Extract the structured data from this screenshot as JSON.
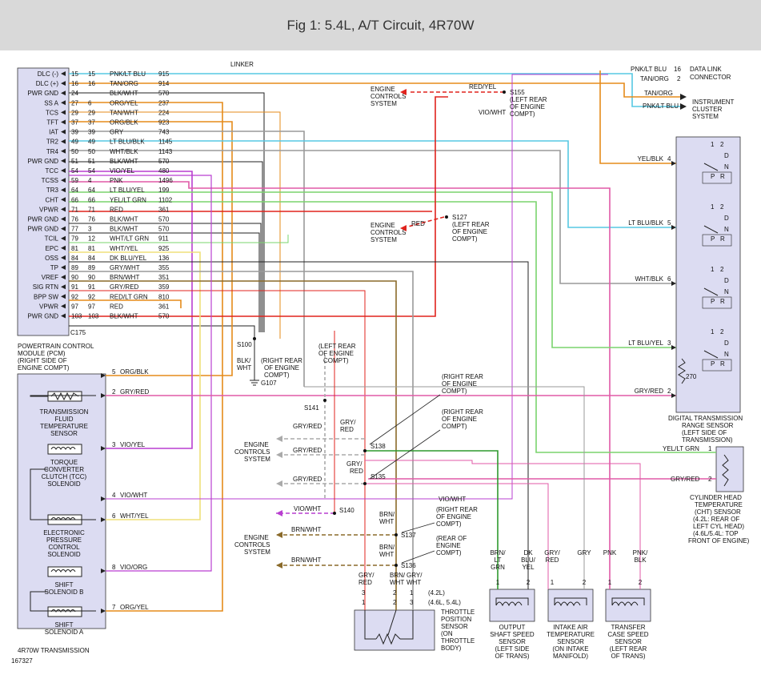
{
  "title": "Fig 1: 5.4L, A/T Circuit, 4R70W",
  "colors": {
    "pink": "#e05aa7",
    "orange": "#e58b1a",
    "lightblue": "#57c8e3",
    "green": "#7ad46d",
    "purple": "#b93fd0",
    "red": "#e0231d",
    "gray": "#9a9a9a",
    "yellow": "#efe07a",
    "brown": "#8a6a2a",
    "darkgreen": "#2f9a2f",
    "black": "#222222",
    "box": "#dcdcf2"
  },
  "pcm": {
    "rows": [
      {
        "label": "DLC (-)",
        "a": "15",
        "b": "15",
        "color": "PNK/LT BLU",
        "num": "915"
      },
      {
        "label": "DLC (+)",
        "a": "16",
        "b": "16",
        "color": "TAN/ORG",
        "num": "914"
      },
      {
        "label": "PWR GND",
        "a": "24",
        "b": "",
        "color": "BLK/WHT",
        "num": "570"
      },
      {
        "label": "SS A",
        "a": "27",
        "b": "6",
        "color": "ORG/YEL",
        "num": "237"
      },
      {
        "label": "TCS",
        "a": "29",
        "b": "29",
        "color": "TAN/WHT",
        "num": "224"
      },
      {
        "label": "TFT",
        "a": "37",
        "b": "37",
        "color": "ORG/BLK",
        "num": "923"
      },
      {
        "label": "IAT",
        "a": "39",
        "b": "39",
        "color": "GRY",
        "num": "743"
      },
      {
        "label": "TR2",
        "a": "49",
        "b": "49",
        "color": "LT BLU/BLK",
        "num": "1145"
      },
      {
        "label": "TR4",
        "a": "50",
        "b": "50",
        "color": "WHT/BLK",
        "num": "1143"
      },
      {
        "label": "PWR GND",
        "a": "51",
        "b": "51",
        "color": "BLK/WHT",
        "num": "570"
      },
      {
        "label": "TCC",
        "a": "54",
        "b": "54",
        "color": "VIO/YEL",
        "num": "480"
      },
      {
        "label": "TCSS",
        "a": "59",
        "b": "4",
        "color": "PNK",
        "num": "1496"
      },
      {
        "label": "TR3",
        "a": "64",
        "b": "64",
        "color": "LT BLU/YEL",
        "num": "199"
      },
      {
        "label": "CHT",
        "a": "66",
        "b": "66",
        "color": "YEL/LT GRN",
        "num": "1102"
      },
      {
        "label": "VPWR",
        "a": "71",
        "b": "71",
        "color": "RED",
        "num": "361"
      },
      {
        "label": "PWR GND",
        "a": "76",
        "b": "76",
        "color": "BLK/WHT",
        "num": "570"
      },
      {
        "label": "PWR GND",
        "a": "77",
        "b": "3",
        "color": "BLK/WHT",
        "num": "570"
      },
      {
        "label": "TCIL",
        "a": "79",
        "b": "12",
        "color": "WHT/LT GRN",
        "num": "911"
      },
      {
        "label": "EPC",
        "a": "81",
        "b": "81",
        "color": "WHT/YEL",
        "num": "925"
      },
      {
        "label": "OSS",
        "a": "84",
        "b": "84",
        "color": "DK BLU/YEL",
        "num": "136"
      },
      {
        "label": "TP",
        "a": "89",
        "b": "89",
        "color": "GRY/WHT",
        "num": "355"
      },
      {
        "label": "VREF",
        "a": "90",
        "b": "90",
        "color": "BRN/WHT",
        "num": "351"
      },
      {
        "label": "SIG RTN",
        "a": "91",
        "b": "91",
        "color": "GRY/RED",
        "num": "359"
      },
      {
        "label": "BPP SW",
        "a": "92",
        "b": "92",
        "color": "RED/LT GRN",
        "num": "810"
      },
      {
        "label": "VPWR",
        "a": "97",
        "b": "97",
        "color": "RED",
        "num": "361"
      },
      {
        "label": "PWR GND",
        "a": "103",
        "b": "103",
        "color": "BLK/WHT",
        "num": "570"
      }
    ],
    "connector": "C175",
    "caption": [
      "POWERTRAIN CONTROL",
      "MODULE (PCM)",
      "(RIGHT SIDE OF",
      "ENGINE COMPT)"
    ]
  },
  "transmission": {
    "pins": [
      {
        "pin": "5",
        "color": "ORG/BLK"
      },
      {
        "pin": "2",
        "color": "GRY/RED"
      },
      {
        "pin": "3",
        "color": "VIO/YEL"
      },
      {
        "pin": "4",
        "color": "VIO/WHT"
      },
      {
        "pin": "6",
        "color": "WHT/YEL"
      },
      {
        "pin": "8",
        "color": "VIO/ORG"
      },
      {
        "pin": "7",
        "color": "ORG/YEL"
      }
    ],
    "components": {
      "tft": [
        "TRANSMISSION",
        "FLUID",
        "TEMPERATURE",
        "SENSOR"
      ],
      "tcc": [
        "TORQUE",
        "CONVERTER",
        "CLUTCH (TCC)",
        "SOLENOID"
      ],
      "epc": [
        "ELECTRONIC",
        "PRESSURE",
        "CONTROL",
        "SOLENOID"
      ],
      "ssb": [
        "SHIFT",
        "SOLENOID B"
      ],
      "ssa": [
        "SHIFT",
        "SOLENOID A"
      ]
    },
    "caption": "4R70W TRANSMISSION",
    "figure_id": "167327"
  },
  "top_right": {
    "dlc_rows": [
      {
        "color": "PNK/LT BLU",
        "pin": "16"
      },
      {
        "color": "TAN/ORG",
        "pin": "2"
      }
    ],
    "dlc_label": [
      "DATA LINK",
      "CONNECTOR"
    ],
    "ic_rows": [
      {
        "color": "TAN/ORG"
      },
      {
        "color": "PNK/LT BLU"
      }
    ],
    "ic_label": [
      "INSTRUMENT",
      "CLUSTER",
      "SYSTEM"
    ]
  },
  "ecs": {
    "label": [
      "ENGINE",
      "CONTROLS",
      "SYSTEM"
    ],
    "s155_wire": "RED/YEL",
    "s155": [
      "S155",
      "(LEFT REAR",
      "OF ENGINE",
      "COMPT)"
    ],
    "s155_vio": "VIO/WHT",
    "s127_wire": "RED",
    "s127": [
      "S127",
      "(LEFT REAR",
      "OF ENGINE",
      "COMPT)"
    ]
  },
  "dtr": {
    "pins": [
      {
        "pin": "4",
        "color": "YEL/BLK"
      },
      {
        "pin": "5",
        "color": "LT BLU/BLK"
      },
      {
        "pin": "6",
        "color": "WHT/BLK"
      },
      {
        "pin": "3",
        "color": "LT BLU/YEL"
      },
      {
        "pin": "2",
        "color": "GRY/RED"
      }
    ],
    "switch_labels": [
      "1",
      "2",
      "D",
      "N",
      "P",
      "R"
    ],
    "resistor": "270",
    "caption": [
      "DIGITAL TRANSMISSION",
      "RANGE SENSOR",
      "(LEFT SIDE OF",
      "TRANSMISSION)"
    ]
  },
  "cht": {
    "pins": [
      {
        "pin": "1",
        "color": "YEL/LT GRN"
      },
      {
        "pin": "2",
        "color": "GRY/RED"
      }
    ],
    "caption": [
      "CYLINDER HEAD",
      "TEMPERATURE",
      "(CHT) SENSOR",
      "(4.2L: REAR OF",
      "LEFT CYL HEAD)",
      "(4.6L/5.4L: TOP",
      "FRONT OF ENGINE)"
    ]
  },
  "splices": {
    "s100": "S100",
    "s100_desc": [
      "(RIGHT REAR",
      "OF ENGINE",
      "COMPT)"
    ],
    "s100_wire": [
      "BLK/",
      "WHT"
    ],
    "g107": "G107",
    "s141": "S141",
    "s141_desc": [
      "(LEFT REAR",
      "OF ENGINE",
      "COMPT)"
    ],
    "s138": "S138",
    "s135": "S135",
    "s138_desc": [
      "(RIGHT REAR",
      "OF ENGINE",
      "COMPT)"
    ],
    "s135_desc": [
      "(RIGHT REAR",
      "OF ENGINE",
      "COMPT)"
    ],
    "s141_wire": [
      "GRY/",
      "RED"
    ],
    "s138_wire": [
      "GRY/",
      "RED"
    ],
    "ecs_mid_wires": [
      "GRY/RED",
      "GRY/RED",
      "GRY/RED"
    ],
    "s140": "S140",
    "s140_wire": "VIO/WHT",
    "s137": "S137",
    "s137_desc": [
      "(RIGHT REAR",
      "OF ENGINE",
      "COMPT)"
    ],
    "s137_wire_top": [
      "BRN/",
      "WHT"
    ],
    "s137_wire_left": "BRN/WHT",
    "s137_wire_bot": [
      "BRN/",
      "WHT"
    ],
    "s136": "S136",
    "s136_desc": [
      "(REAR OF",
      "ENGINE",
      "COMPT)"
    ],
    "s136_wire_left": "BRN/WHT"
  },
  "tps": {
    "pin_row1": [
      "3",
      "2",
      "1"
    ],
    "pin_row1_note": "(4.2L)",
    "pin_row2": [
      "1",
      "2",
      "3"
    ],
    "pin_row2_note": "(4.6L, 5.4L)",
    "wire_labels": [
      [
        "GRY/",
        "RED"
      ],
      [
        "BRN/",
        "WHT"
      ],
      [
        "GRY/",
        "WHT"
      ]
    ],
    "caption": [
      "THROTTLE",
      "POSITION",
      "SENSOR",
      "(ON",
      "THROTTLE",
      "BODY)"
    ]
  },
  "oss": {
    "wires": [
      [
        "BRN/",
        "LT",
        "GRN"
      ],
      [
        "DK",
        "BLU/",
        "YEL"
      ]
    ],
    "pins": [
      "1",
      "2"
    ],
    "caption": [
      "OUTPUT",
      "SHAFT SPEED",
      "SENSOR",
      "(LEFT SIDE",
      "OF TRANS)"
    ]
  },
  "iat": {
    "wires": [
      [
        "GRY/",
        "RED"
      ],
      [
        "GRY"
      ]
    ],
    "pins": [
      "1",
      "2"
    ],
    "caption": [
      "INTAKE AIR",
      "TEMPERATURE",
      "SENSOR",
      "(ON INTAKE",
      "MANIFOLD)"
    ]
  },
  "tcss": {
    "wires": [
      [
        "PNK"
      ],
      [
        "PNK/",
        "BLK"
      ]
    ],
    "pins": [
      "1",
      "2"
    ],
    "caption": [
      "TRANSFER",
      "CASE SPEED",
      "SENSOR",
      "(LEFT REAR",
      "OF TRANS)"
    ]
  },
  "misc_top": "LINKER"
}
